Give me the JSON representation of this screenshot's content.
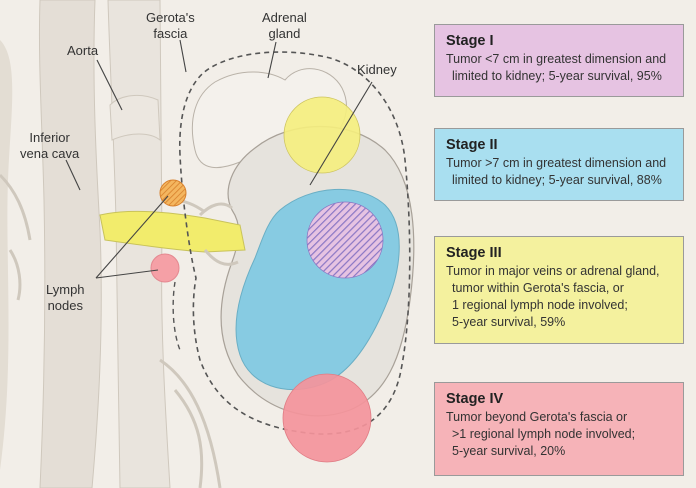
{
  "labels": {
    "gerotas_fascia": [
      "Gerota's",
      "fascia"
    ],
    "adrenal_gland": [
      "Adrenal",
      "gland"
    ],
    "aorta": "Aorta",
    "kidney": "Kidney",
    "inferior_vena_cava": [
      "Inferior",
      "vena cava"
    ],
    "lymph_nodes": [
      "Lymph",
      "nodes"
    ]
  },
  "stages": [
    {
      "title": "Stage I",
      "lines": [
        "Tumor <7 cm in greatest dimension and",
        "limited to kidney; 5-year survival, 95%"
      ],
      "color": "#e6c3e2"
    },
    {
      "title": "Stage II",
      "lines": [
        "Tumor >7 cm in greatest dimension and",
        "limited to kidney; 5-year survival, 88%"
      ],
      "color": "#a9dff0"
    },
    {
      "title": "Stage III",
      "lines": [
        "Tumor in major veins or adrenal gland,",
        "tumor within Gerota's fascia, or",
        "1 regional lymph node involved;",
        "5-year survival, 59%"
      ],
      "color": "#f4f19e"
    },
    {
      "title": "Stage IV",
      "lines": [
        "Tumor beyond Gerota's fascia or",
        ">1 regional lymph node involved;",
        "5-year survival, 20%"
      ],
      "color": "#f6b3b8"
    }
  ],
  "colors": {
    "stage1_tumor": "#d9ca6b",
    "stage2_tumor": "#84cadf",
    "stage3_tumor": "#f7ec3f",
    "stage4_tumor": "#f28c95",
    "hatched_tumor": "#8a77c4",
    "lymph_orange": "#f0a24a",
    "lymph_pink": "#f5a0a6"
  }
}
